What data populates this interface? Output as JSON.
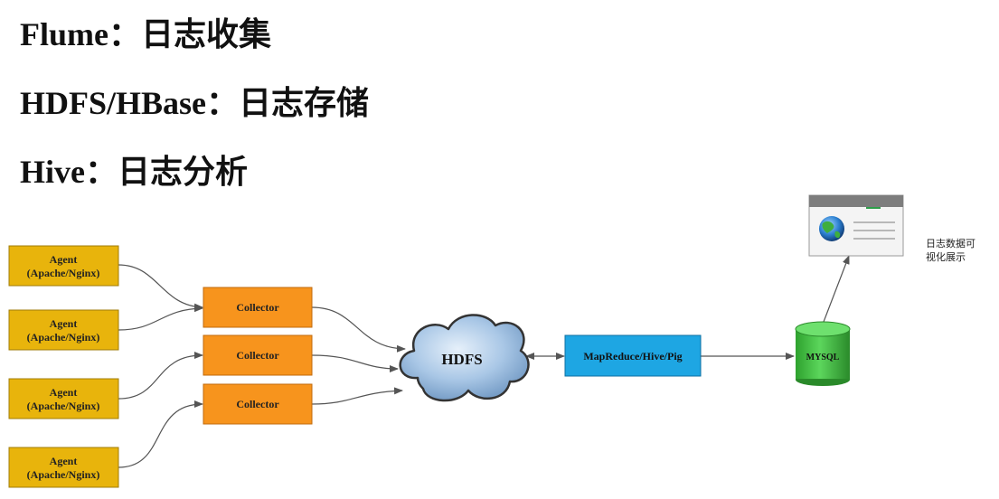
{
  "headings": [
    {
      "text": "Flume：日志收集"
    },
    {
      "text": "HDFS/HBase：日志存储"
    },
    {
      "text": "Hive：日志分析"
    }
  ],
  "agents": [
    {
      "line1": "Agent",
      "line2": "(Apache/Nginx)"
    },
    {
      "line1": "Agent",
      "line2": "(Apache/Nginx)"
    },
    {
      "line1": "Agent",
      "line2": "(Apache/Nginx)"
    },
    {
      "line1": "Agent",
      "line2": "(Apache/Nginx)"
    }
  ],
  "collectors": [
    {
      "label": "Collector"
    },
    {
      "label": "Collector"
    },
    {
      "label": "Collector"
    }
  ],
  "hdfs": {
    "label": "HDFS"
  },
  "processing": {
    "label": "MapReduce/Hive/Pig"
  },
  "database": {
    "label": "MYSQL"
  },
  "display": {
    "line1": "日志数据可",
    "line2": "视化展示"
  },
  "colors": {
    "agent_fill": "#e8b40c",
    "agent_border": "#a07c08",
    "collector_fill": "#f7941d",
    "collector_border": "#c06a0b",
    "process_fill": "#1ea6e3",
    "process_border": "#0d6fa0",
    "db_fill": "#3ec33e",
    "db_border": "#2a8a2a",
    "cloud_fill": "#a9c7e6",
    "connector": "#555555"
  }
}
